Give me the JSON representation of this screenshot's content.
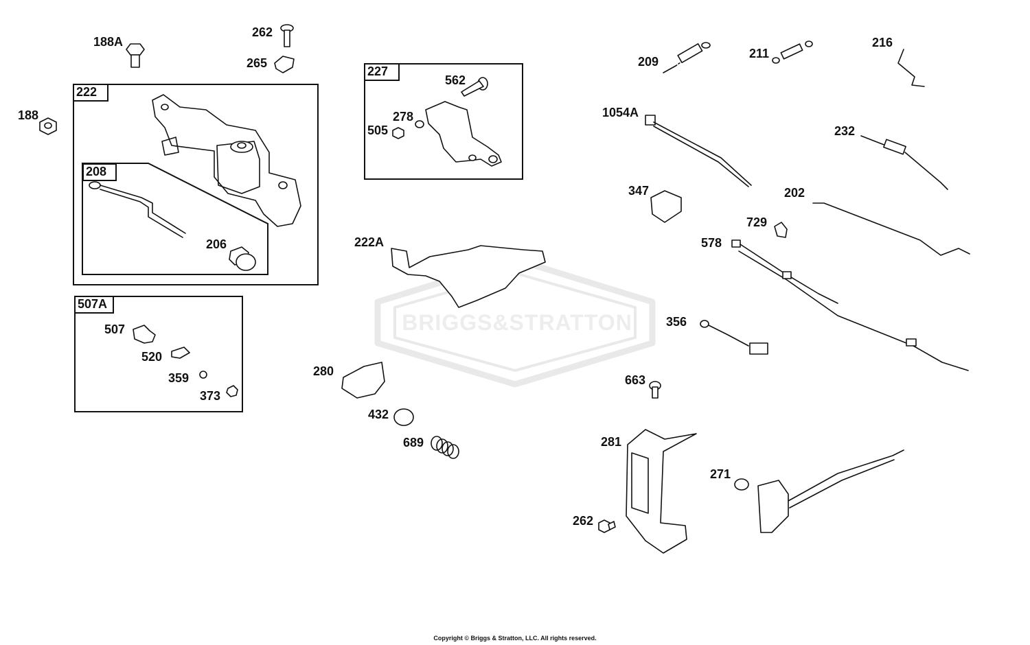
{
  "watermark": "BRIGGS&STRATTON",
  "copyright": "Copyright © Briggs & Stratton, LLC. All rights reserved.",
  "groups": {
    "g222": "222",
    "g208": "208",
    "g507A": "507A",
    "g227": "227"
  },
  "callouts": {
    "c188A": "188A",
    "c262a": "262",
    "c265": "265",
    "c188": "188",
    "c206": "206",
    "c507": "507",
    "c520": "520",
    "c359": "359",
    "c373": "373",
    "c562": "562",
    "c278": "278",
    "c505": "505",
    "c222A": "222A",
    "c280": "280",
    "c432": "432",
    "c689": "689",
    "c209": "209",
    "c211": "211",
    "c216": "216",
    "c1054A": "1054A",
    "c232": "232",
    "c347": "347",
    "c202": "202",
    "c729": "729",
    "c578": "578",
    "c356": "356",
    "c663": "663",
    "c281": "281",
    "c271": "271",
    "c262b": "262"
  }
}
